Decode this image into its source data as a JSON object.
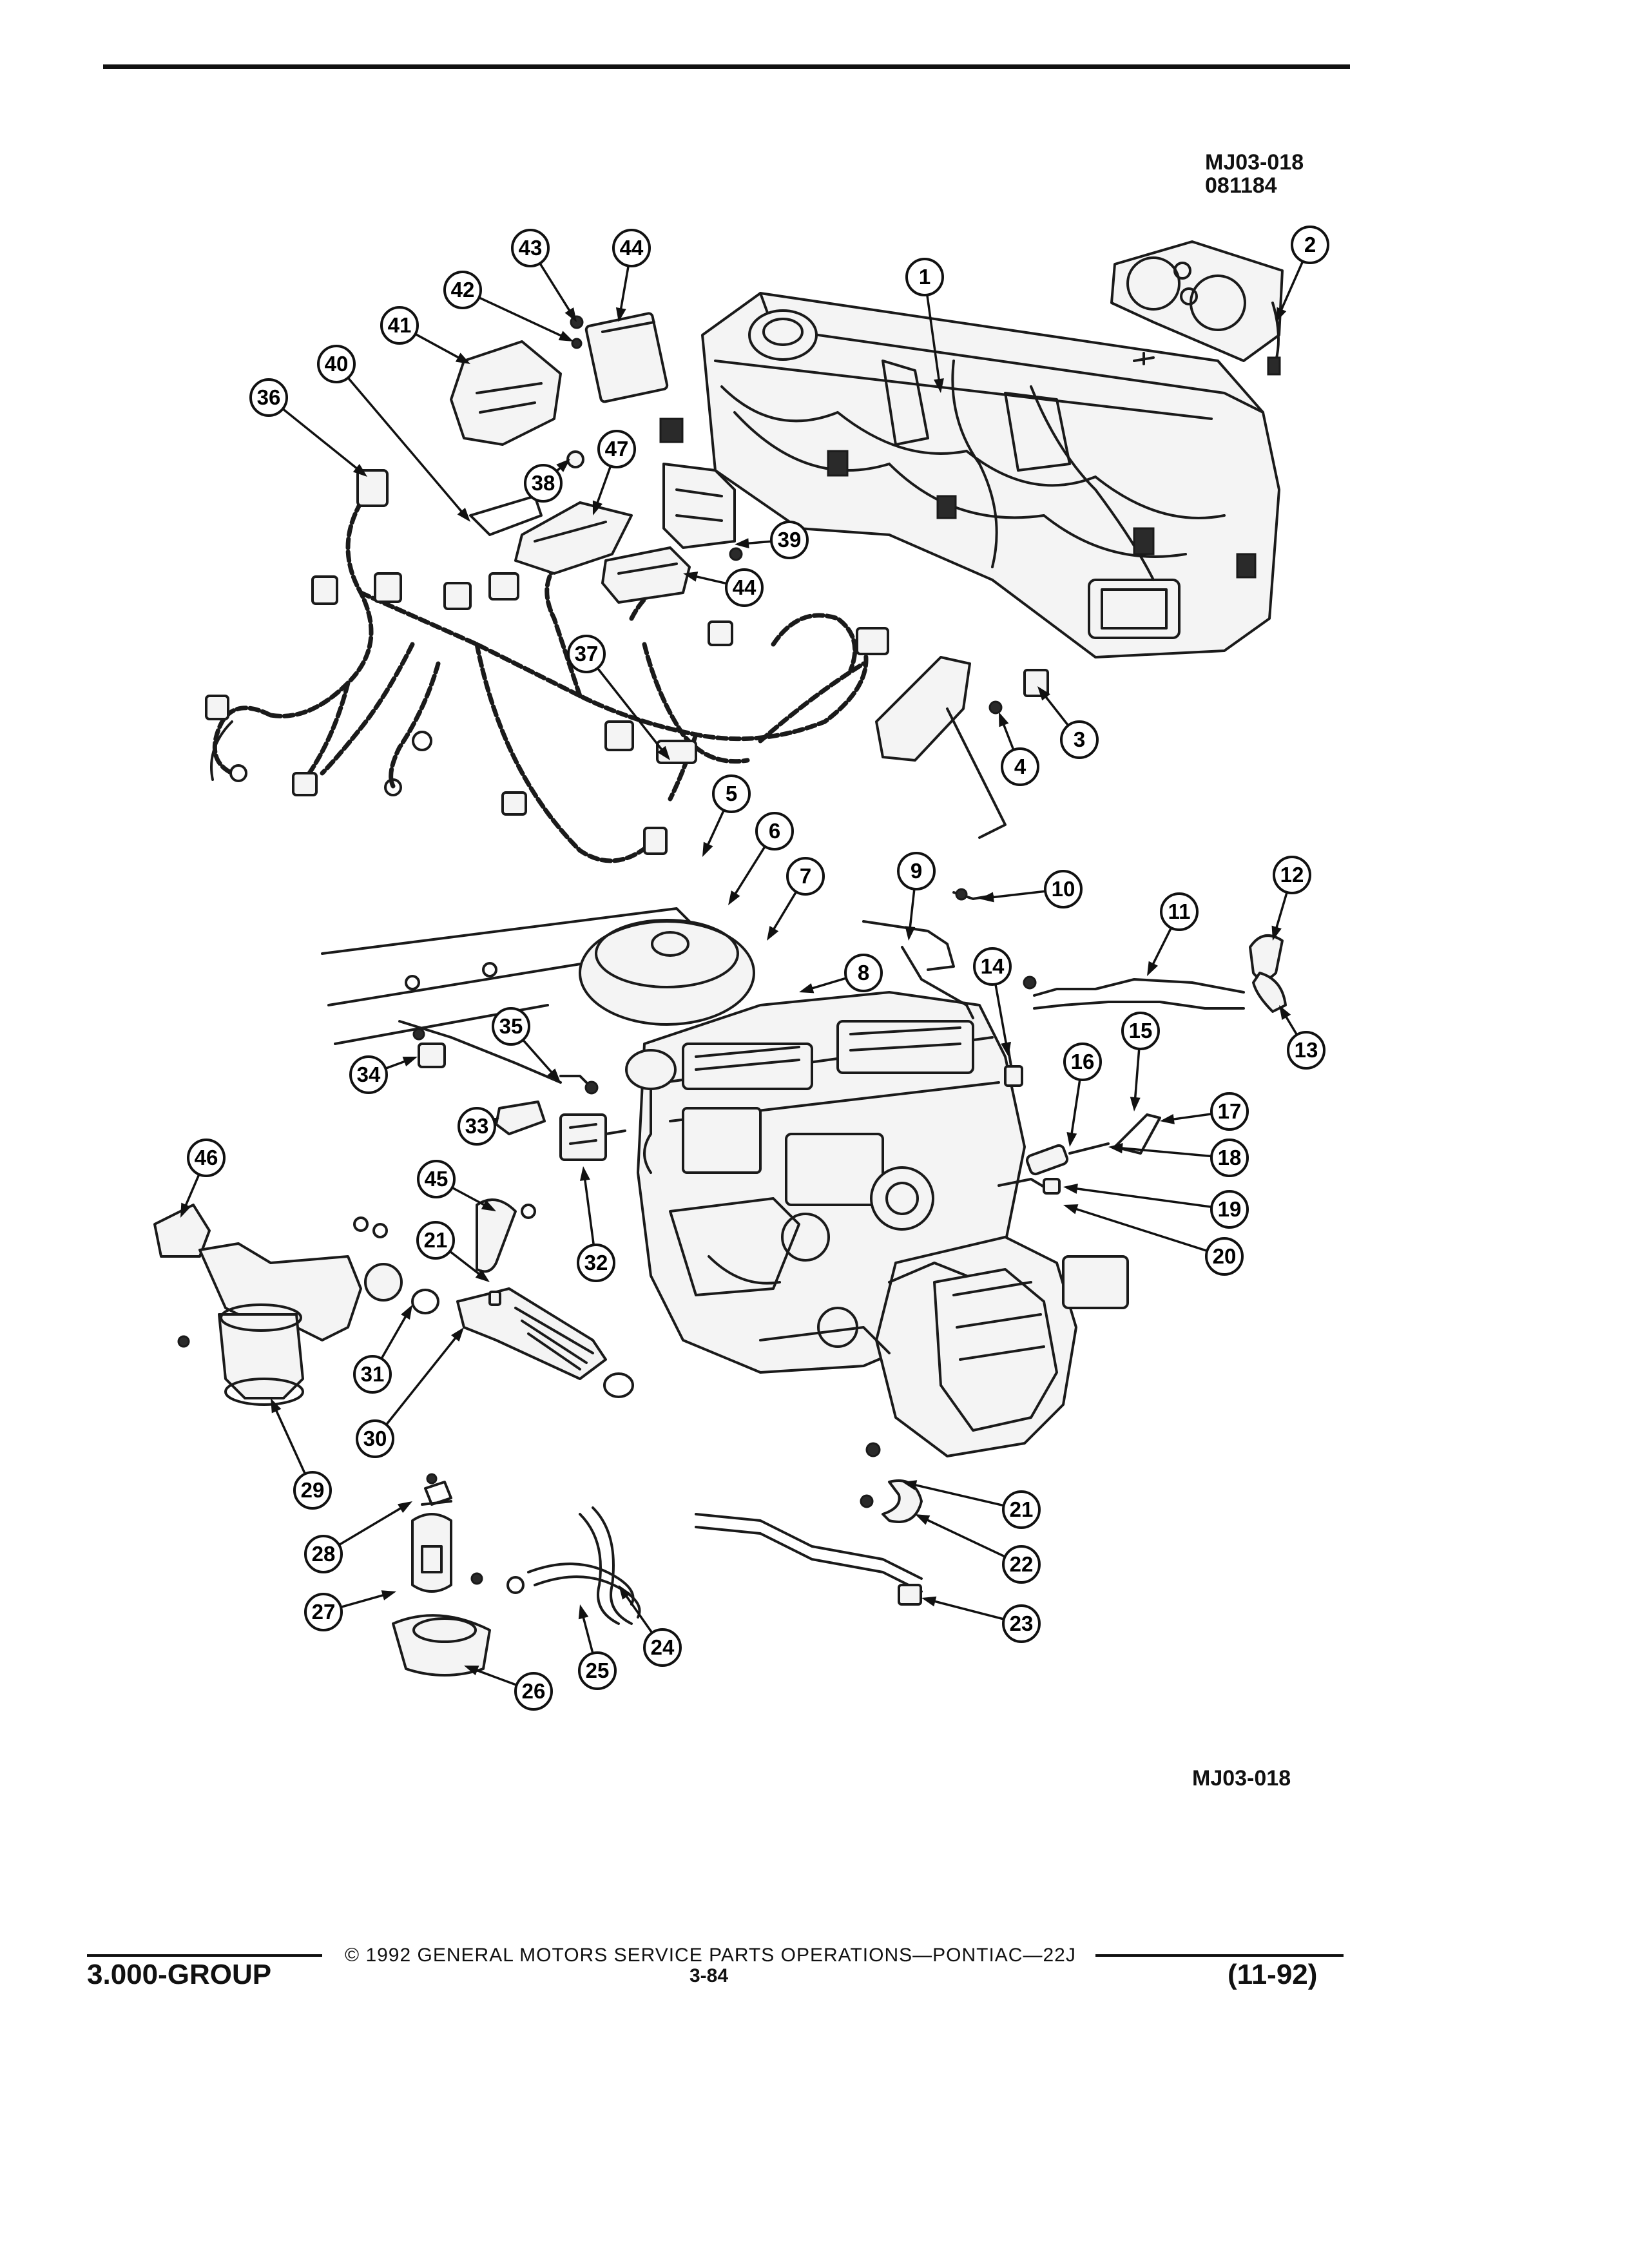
{
  "header": {
    "figure_code": "MJ03-018",
    "date_code": "081184"
  },
  "figure": {
    "bottom_code": "MJ03-018",
    "callouts": [
      {
        "num": "1"
      },
      {
        "num": "2"
      },
      {
        "num": "3"
      },
      {
        "num": "4"
      },
      {
        "num": "5"
      },
      {
        "num": "6"
      },
      {
        "num": "7"
      },
      {
        "num": "8"
      },
      {
        "num": "9"
      },
      {
        "num": "10"
      },
      {
        "num": "11"
      },
      {
        "num": "12"
      },
      {
        "num": "13"
      },
      {
        "num": "14"
      },
      {
        "num": "15"
      },
      {
        "num": "16"
      },
      {
        "num": "17"
      },
      {
        "num": "18"
      },
      {
        "num": "19"
      },
      {
        "num": "20"
      },
      {
        "num": "21"
      },
      {
        "num": "21"
      },
      {
        "num": "22"
      },
      {
        "num": "23"
      },
      {
        "num": "24"
      },
      {
        "num": "25"
      },
      {
        "num": "26"
      },
      {
        "num": "27"
      },
      {
        "num": "28"
      },
      {
        "num": "29"
      },
      {
        "num": "30"
      },
      {
        "num": "31"
      },
      {
        "num": "32"
      },
      {
        "num": "33"
      },
      {
        "num": "34"
      },
      {
        "num": "35"
      },
      {
        "num": "36"
      },
      {
        "num": "37"
      },
      {
        "num": "38"
      },
      {
        "num": "39"
      },
      {
        "num": "40"
      },
      {
        "num": "41"
      },
      {
        "num": "42"
      },
      {
        "num": "43"
      },
      {
        "num": "44"
      },
      {
        "num": "44"
      },
      {
        "num": "45"
      },
      {
        "num": "46"
      },
      {
        "num": "47"
      }
    ]
  },
  "footer": {
    "group": "3.000-GROUP",
    "copyright": "© 1992 GENERAL MOTORS SERVICE PARTS OPERATIONS—PONTIAC—22J",
    "page": "3-84",
    "revision": "(11-92)"
  }
}
